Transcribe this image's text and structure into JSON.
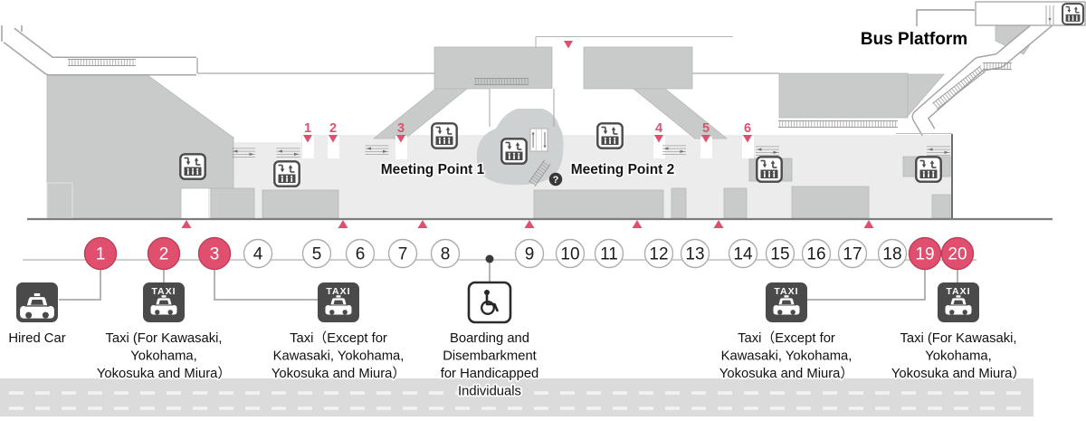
{
  "labels": {
    "bus_platform": "Bus Platform",
    "meeting_point_1": "Meeting Point 1",
    "meeting_point_2": "Meeting Point 2",
    "info_symbol": "?"
  },
  "platform_markers": [
    "1",
    "2",
    "3",
    "4",
    "5",
    "6"
  ],
  "stops": [
    {
      "number": "1",
      "highlighted": true
    },
    {
      "number": "2",
      "highlighted": true
    },
    {
      "number": "3",
      "highlighted": true
    },
    {
      "number": "4",
      "highlighted": false
    },
    {
      "number": "5",
      "highlighted": false
    },
    {
      "number": "6",
      "highlighted": false
    },
    {
      "number": "7",
      "highlighted": false
    },
    {
      "number": "8",
      "highlighted": false
    },
    {
      "number": "9",
      "highlighted": false
    },
    {
      "number": "10",
      "highlighted": false
    },
    {
      "number": "11",
      "highlighted": false
    },
    {
      "number": "12",
      "highlighted": false
    },
    {
      "number": "13",
      "highlighted": false
    },
    {
      "number": "14",
      "highlighted": false
    },
    {
      "number": "15",
      "highlighted": false
    },
    {
      "number": "16",
      "highlighted": false
    },
    {
      "number": "17",
      "highlighted": false
    },
    {
      "number": "18",
      "highlighted": false
    },
    {
      "number": "19",
      "highlighted": true
    },
    {
      "number": "20",
      "highlighted": true
    }
  ],
  "legend": [
    {
      "icon": "hired-car-icon",
      "icon_text": "",
      "label": "Hired Car",
      "connected_stop": "1"
    },
    {
      "icon": "taxi-icon",
      "icon_text": "TAXI",
      "label": "Taxi (For Kawasaki,\nYokohama,\nYokosuka and Miura）",
      "connected_stop": "2"
    },
    {
      "icon": "taxi-icon",
      "icon_text": "TAXI",
      "label": "Taxi（Except for\nKawasaki, Yokohama,\nYokosuka and Miura）",
      "connected_stop": "3"
    },
    {
      "icon": "wheelchair-icon",
      "icon_text": "",
      "label": "Boarding and\nDisembarkment\nfor Handicapped\nIndividuals",
      "connected_stop": ""
    },
    {
      "icon": "taxi-icon",
      "icon_text": "TAXI",
      "label": "Taxi（Except for\nKawasaki, Yokohama,\nYokosuka and Miura）",
      "connected_stop": "19"
    },
    {
      "icon": "taxi-icon",
      "icon_text": "TAXI",
      "label": "Taxi (For Kawasaki,\nYokohama,\nYokosuka and Miura）",
      "connected_stop": "20"
    }
  ],
  "colors": {
    "highlight_red": "#e0506e",
    "highlight_red_border": "#bf3d58",
    "building_gray": "#c9cbcb",
    "concourse_gray": "#ececec",
    "icon_dark": "#4a4a4a",
    "road_gray": "#dbdbdb"
  }
}
